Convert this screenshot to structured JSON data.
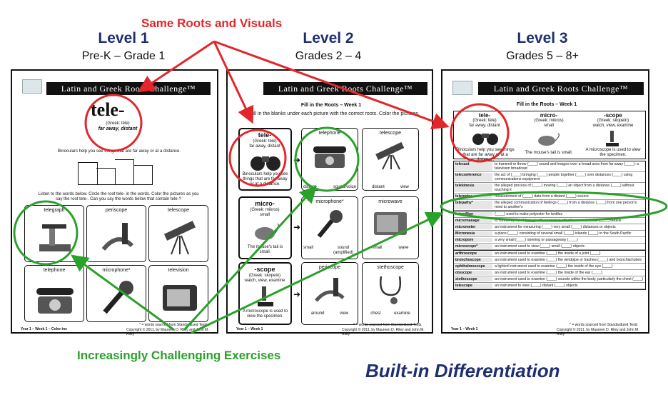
{
  "callouts": {
    "same_roots": "Same Roots and Visuals",
    "challenging": "Increasingly Challenging Exercises",
    "tagline": "Built-in Differentiation"
  },
  "levels": [
    {
      "title": "Level 1",
      "grades": "Pre-K – Grade 1"
    },
    {
      "title": "Level 2",
      "grades": "Grades 2 – 4"
    },
    {
      "title": "Level 3",
      "grades": "Grades 5 – 8+"
    }
  ],
  "banner": "Latin and Greek Roots Challenge™",
  "page1": {
    "root": "tele-",
    "origin": "(Greek: tële)",
    "meaning": "far away, distant",
    "sentence": "Binoculars help you see things that are far away or at a distance.",
    "instructions": "Listen to the words below. Circle the root tele- in the words. Color the pictures as you say the root tele-. Can you say the words below that contain tele-?",
    "words": [
      "telegraph",
      "periscope",
      "telescope",
      "telephone",
      "microphone*",
      "television"
    ],
    "footer_left": "Year 1 – Week 1 – Color-ins",
    "footer_right": "Copyright © 2011, by Maureen D. Riley and John M. Riley",
    "footnote": "* = words sourced from Standardized Tests"
  },
  "page2": {
    "heading": "Fill in the Roots – Week 1",
    "instructions": "Fill in the blanks under each picture with the correct roots. Color the pictures.",
    "roots": [
      {
        "root": "tele-",
        "origin": "(Greek: tële)",
        "meaning": "far away, distant",
        "sentence": "Binoculars help you see things that are far away or at a distance."
      },
      {
        "root": "micro-",
        "origin": "(Greek: mikros)",
        "meaning": "small",
        "sentence": "The mouse's tail is small."
      },
      {
        "root": "-scope",
        "origin": "(Greek: skopein)",
        "meaning": "watch, view, examine",
        "sentence": "A microscope is used to view the specimen."
      }
    ],
    "words": [
      "telephone",
      "telescope",
      "microphone*",
      "microwave",
      "periscope",
      "stethoscope"
    ],
    "blanks": [
      [
        "distant",
        "sound/voice"
      ],
      [
        "distant",
        "view"
      ],
      [
        "small",
        "sound (amplified)"
      ],
      [
        "small",
        "wave"
      ],
      [
        "around",
        "view"
      ],
      [
        "chest",
        "examine"
      ]
    ],
    "footer_left": "Year 1 – Week 1",
    "footer_right": "Copyright © 2011, by Maureen D. Riley and John M. Riley",
    "footnote": "* = words sourced from Standardized Tests"
  },
  "page3": {
    "heading": "Fill in the Roots – Week 1",
    "roots": [
      {
        "root": "tele-",
        "origin": "(Greek: tële)",
        "meaning": "far away, distant",
        "sentence": "Binoculars help you see things that are far away or at a distance."
      },
      {
        "root": "micro-",
        "origin": "(Greek: mikros)",
        "meaning": "small",
        "sentence": "The mouse's tail is small."
      },
      {
        "root": "-scope",
        "origin": "(Greek: skopein)",
        "meaning": "watch, view, examine",
        "sentence": "A microscope is used to view the specimen."
      }
    ],
    "table": [
      {
        "word": "telecast",
        "def": "to transmit or throw (____) sound and images over a broad area from far away (____): a television broadcast"
      },
      {
        "word": "teleconference",
        "def": "the act of (____) bringing (____) people together (____) over distances (____) using communications equipment"
      },
      {
        "word": "telekinesis",
        "def": "the alleged process of (____) moving (____) an object from a distance (____) without touching it"
      },
      {
        "word": "telemetry",
        "def": "measurement of (____) data from a distant (____) source"
      },
      {
        "word": "telepathy*",
        "def": "the alleged communication of feelings (____) from a distance (____) from one person's mind to another's"
      },
      {
        "word": "microfiber",
        "def": "(____) used to make polyester for textiles"
      },
      {
        "word": "micromanage",
        "def": "to control by hand (____) with excessive attention to very small (____) details"
      },
      {
        "word": "micrometer",
        "def": "an instrument for measuring (____) very small (____) distances or objects"
      },
      {
        "word": "Micronesia",
        "def": "a place (____) consisting of several small (____) islands (____) in the South Pacific"
      },
      {
        "word": "micropore",
        "def": "a very small (____) opening or passageway (____)"
      },
      {
        "word": "microscope*",
        "def": "an instrument used to view (____) small (____) objects"
      },
      {
        "word": "arthroscope",
        "def": "an instrument used to examine (____) the inside of a joint (____)"
      },
      {
        "word": "bronchoscope",
        "def": "an instrument used to examine (____) the windpipe or trachea (____) and bronchial tubes"
      },
      {
        "word": "ophthalmoscope",
        "def": "a lighted instrument used to examine (____) the inside of the eye (____)"
      },
      {
        "word": "otoscope",
        "def": "an instrument used to examine (____) the inside of the ear (____)"
      },
      {
        "word": "stethoscope",
        "def": "an instrument used to examine (____) sounds within the body, particularly the chest (____)"
      },
      {
        "word": "telescope",
        "def": "an instrument to view (____) distant (____) objects"
      }
    ],
    "footer_left": "Year 1 – Week 1",
    "footer_right": "Copyright © 2011, by Maureen D. Riley and John M. Riley",
    "footnote": "* = words sourced from Standardized Tests"
  },
  "colors": {
    "red": "#e3262b",
    "green": "#2aa22a",
    "navy": "#1f2f6e"
  }
}
